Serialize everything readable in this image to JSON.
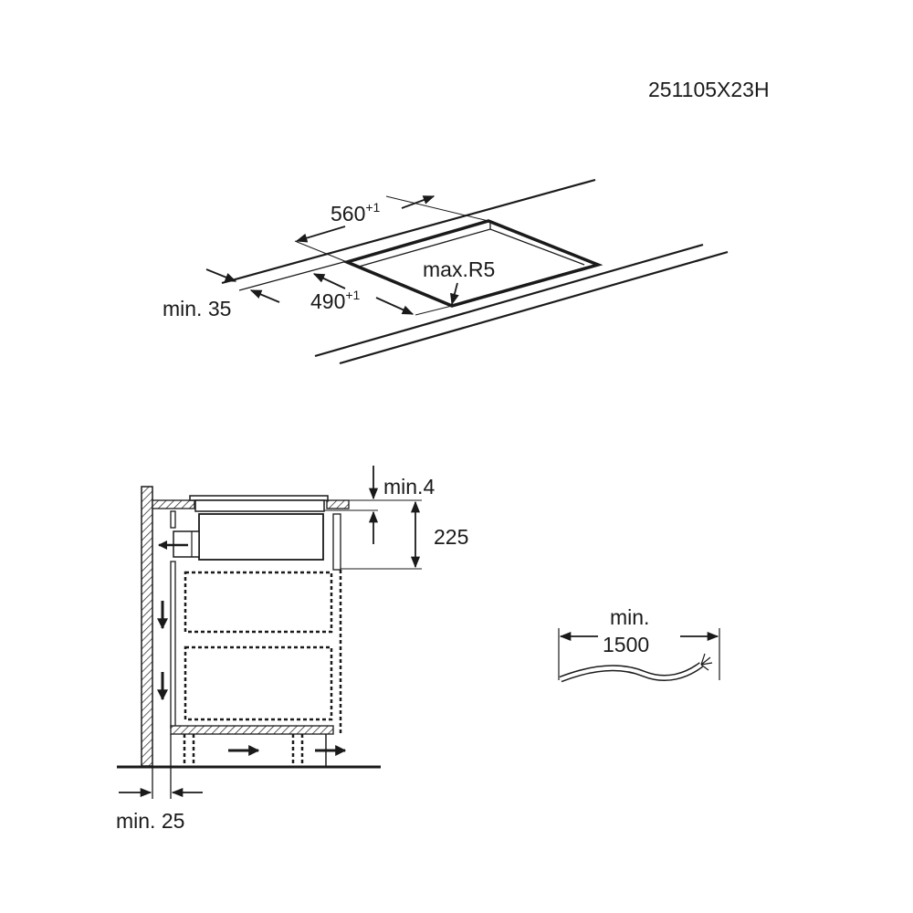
{
  "code": "251105X23H",
  "top_view": {
    "width_label": "560",
    "width_tolerance": "+1",
    "depth_label": "490",
    "depth_tolerance": "+1",
    "radius_label": "max.R5",
    "edge_distance_label": "min. 35"
  },
  "section_view": {
    "gap_label": "min.4",
    "height_label": "225",
    "wall_distance_label": "min. 25"
  },
  "cable": {
    "length_label_line1": "min.",
    "length_label_line2": "1500"
  }
}
